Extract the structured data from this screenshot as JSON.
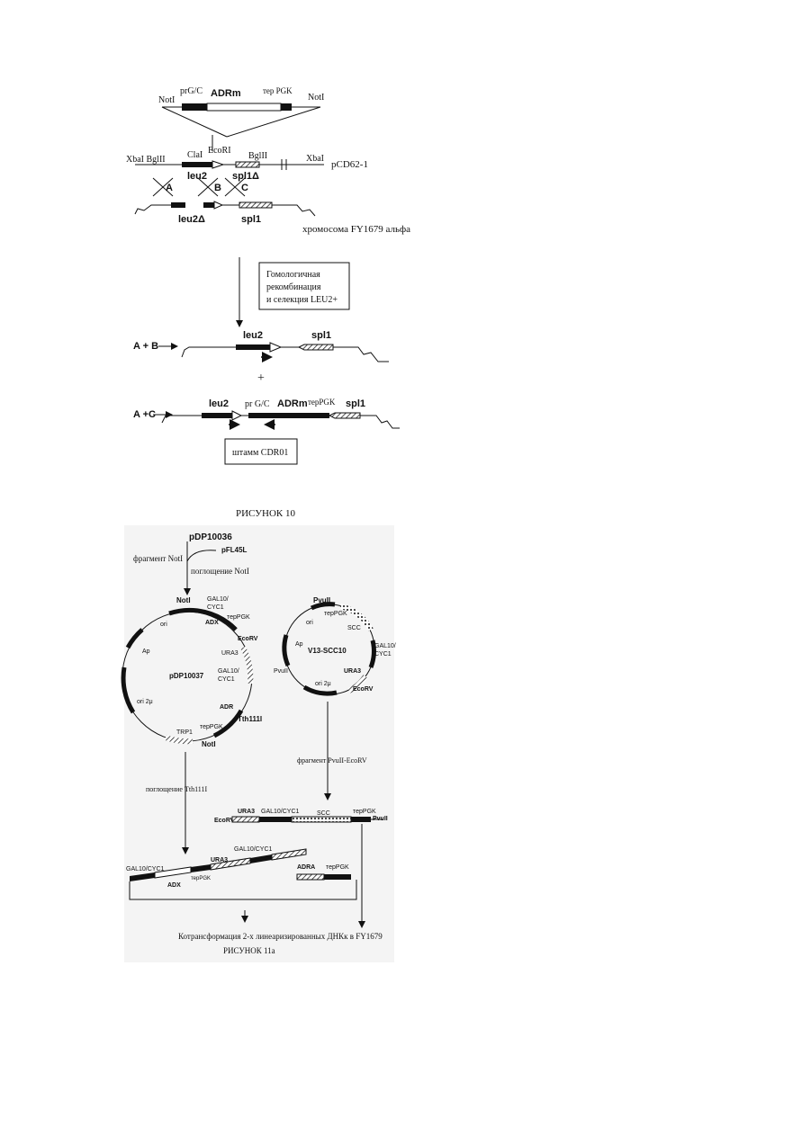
{
  "fig10": {
    "top": {
      "notI_left": "NotI",
      "prGC": "prG/C",
      "adrm": "ADRm",
      "terPGK": "тер PGK",
      "notI_right": "NotI"
    },
    "plasmid": {
      "xbaI_bglII": "XbaI BglII",
      "claI": "ClaI",
      "ecoRI": "EcoRI",
      "bglII": "BglII",
      "xbaI": "XbaI",
      "name": "pCD62-1",
      "leu2": "leu2",
      "spl1delta": "spl1Δ"
    },
    "crosses": {
      "a": "A",
      "b": "B",
      "c": "C"
    },
    "chromosome": {
      "leu2delta": "leu2Δ",
      "spl1": "spl1",
      "label": "хромосома FY1679 альфа"
    },
    "recomb_box": [
      "Гомологичная",
      "рекомбинация",
      "и селекция LEU2+"
    ],
    "result_ab": {
      "label": "A + B",
      "leu2": "leu2",
      "spl1": "spl1"
    },
    "plus": "+",
    "result_ac": {
      "label": "A +C",
      "leu2": "leu2",
      "prGC": "pr G/C",
      "adrm": "ADRm",
      "terPGK": "терPGK",
      "spl1": "spl1"
    },
    "strain_box": "штамм CDR01",
    "caption": "РИСУНОК 10"
  },
  "fig11": {
    "pdp10036": "pDP10036",
    "fragment_notI": "фрагмент NotI",
    "pfl45l": "pFL45L",
    "ligation_notI": "поглощение NotI",
    "pdp10037": {
      "name": "pDP10037",
      "notI_top": "NotI",
      "gal10_a": "GAL10/",
      "cyc1_a": "CYC1",
      "terpgk_a": "терPGK",
      "adx": "ADX",
      "ecorv": "EcoRV",
      "ura3": "URA3",
      "gal10_b": "GAL10/",
      "cyc1_b": "CYC1",
      "adr": "ADR",
      "tth111i": "Tth111I",
      "notI_bottom": "NotI",
      "trp1": "TRP1",
      "terpgk_b": "терPGK",
      "ori2u": "ori 2μ",
      "ap": "Ap",
      "ori": "ori"
    },
    "v13": {
      "name": "V13-SCC10",
      "pvuII_top": "PvuII",
      "terpgk": "терPGK",
      "ori": "ori",
      "scc": "SCC",
      "gal10": "GAL10/",
      "cyc1": "CYC1",
      "ap": "Ap",
      "pvuII_left": "PvuII",
      "ura3": "URA3",
      "ori2u": "ori 2μ",
      "ecorv": "EcoRV"
    },
    "fragment_pvu": "фрагмент PvuII-EcoRV",
    "ligation_tth": "поглощение Tth111I",
    "linear_scc": {
      "ecorv": "EcoRV",
      "ura3": "URA3",
      "gal10cyc1": "GAL10/CYC1",
      "scc": "SCC",
      "terpgk": "терPGK",
      "pvuII": "PvuII"
    },
    "linear_adx": {
      "gal10cyc1_left": "GAL10/CYC1",
      "ura3": "URA3",
      "gal10cyc1_right": "GAL10/CYC1",
      "adx": "ADX",
      "terpgk_mid": "терPGK",
      "adra": "ADRA",
      "terpgk_right": "терPGK"
    },
    "cotransformation": "Котрансформация 2-х линеаризированных ДНКк в FY1679",
    "caption": "РИСУНОК 11а"
  }
}
